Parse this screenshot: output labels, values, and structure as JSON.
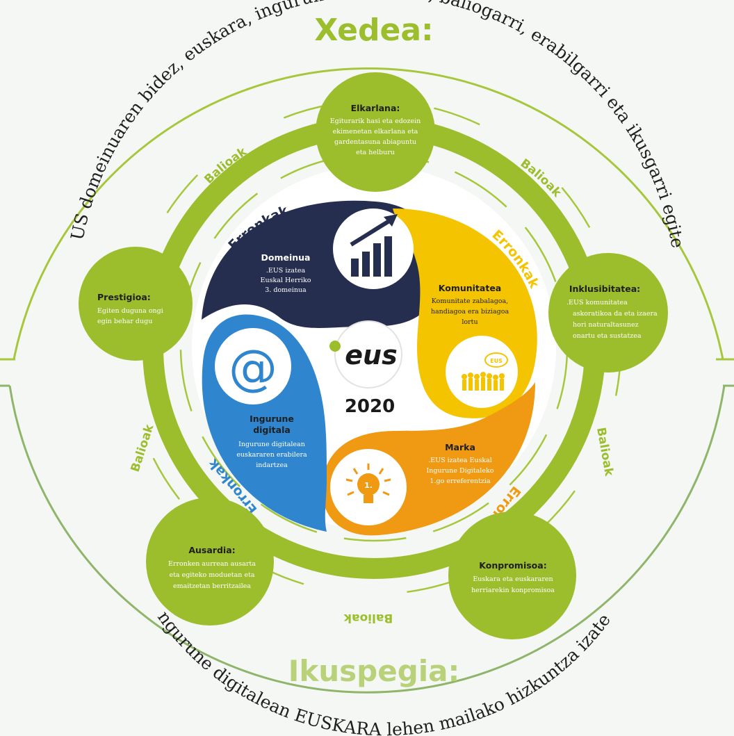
{
  "xedea": {
    "title": "Xedea:",
    "text": ".EUS domeinuaren bidez, euskara, ingurune digitalean, baliogarri, erabilgarri eta ikusgarri egitea"
  },
  "ikuspegia": {
    "title": "Ikuspegia:",
    "text": "Ingurune digitalean EUSKARA lehen mailako hizkuntza izatea"
  },
  "balioak_label": "Balioak",
  "erronkak_label": "Erronkak",
  "center": {
    "logo": "eus",
    "year": "2020"
  },
  "values": {
    "elkarlana": {
      "title": "Elkarlana:",
      "lines": [
        "Egiturarik hasi eta edozein",
        "ekimenetan elkarlana eta",
        "gardentasuna abiapuntu",
        "eta helburu"
      ]
    },
    "prestigioa": {
      "title": "Prestigioa:",
      "lines": [
        "Egiten duguna ongi",
        "egin behar dugu"
      ]
    },
    "inklusibitatea": {
      "title": "Inklusibitatea:",
      "lines": [
        ".EUS komunitatea",
        "askoratikoa da eta izaera",
        "hori naturaltasunez",
        "onartu eta sustatzea"
      ]
    },
    "ausardia": {
      "title": "Ausardia:",
      "lines": [
        "Erronken aurrean ausarta",
        "eta egiteko moduetan eta",
        "emaitzetan berritzailea"
      ]
    },
    "konpromisoa": {
      "title": "Konpromisoa:",
      "lines": [
        "Euskara eta euskararen",
        "herriarekin konpromisoa"
      ]
    }
  },
  "challenges": {
    "domeinua": {
      "title": "Domeinua",
      "lines": [
        ".EUS  izatea",
        "Euskal Herriko",
        "3. domeinua"
      ]
    },
    "komunitatea": {
      "title": "Komunitatea",
      "lines": [
        "Komunitate zabalagoa,",
        "handiagoa era biziagoa",
        "lortu"
      ],
      "badge": "EUS"
    },
    "ingurune": {
      "title_lines": [
        "Ingurune",
        "digitala"
      ],
      "lines": [
        "Ingurune digitalean",
        "euskararen erabilera",
        "indartzea"
      ]
    },
    "marka": {
      "title": "Marka",
      "lines": [
        ".EUS izatea Euskal",
        "Ingurune Digitaleko",
        "1.go erreferentzia"
      ],
      "bulb": "1."
    }
  },
  "colors": {
    "green": "#9cbd2c",
    "navy": "#262e4f",
    "yellow": "#f5c400",
    "blue": "#2f86cf",
    "orange": "#ef9a12",
    "ring_line": "#a6c73c",
    "text": "#1f1f1f"
  },
  "icons": [
    "growth-chart-icon",
    "at-sign-icon",
    "community-crowd-icon",
    "lightbulb-icon"
  ]
}
